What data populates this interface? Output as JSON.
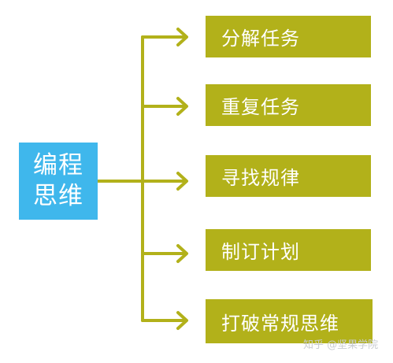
{
  "root": {
    "line1": "编程",
    "line2": "思维"
  },
  "branches": [
    {
      "label": "分解任务"
    },
    {
      "label": "重复任务"
    },
    {
      "label": "寻找规律"
    },
    {
      "label": "制订计划"
    },
    {
      "label": "打破常规思维"
    }
  ],
  "watermark": {
    "text": "知乎 @坚果学院"
  },
  "colors": {
    "root_fill": "#3fb7ec",
    "branch_fill": "#b2b11a",
    "connector": "#b2b11a",
    "text": "#ffffff"
  }
}
